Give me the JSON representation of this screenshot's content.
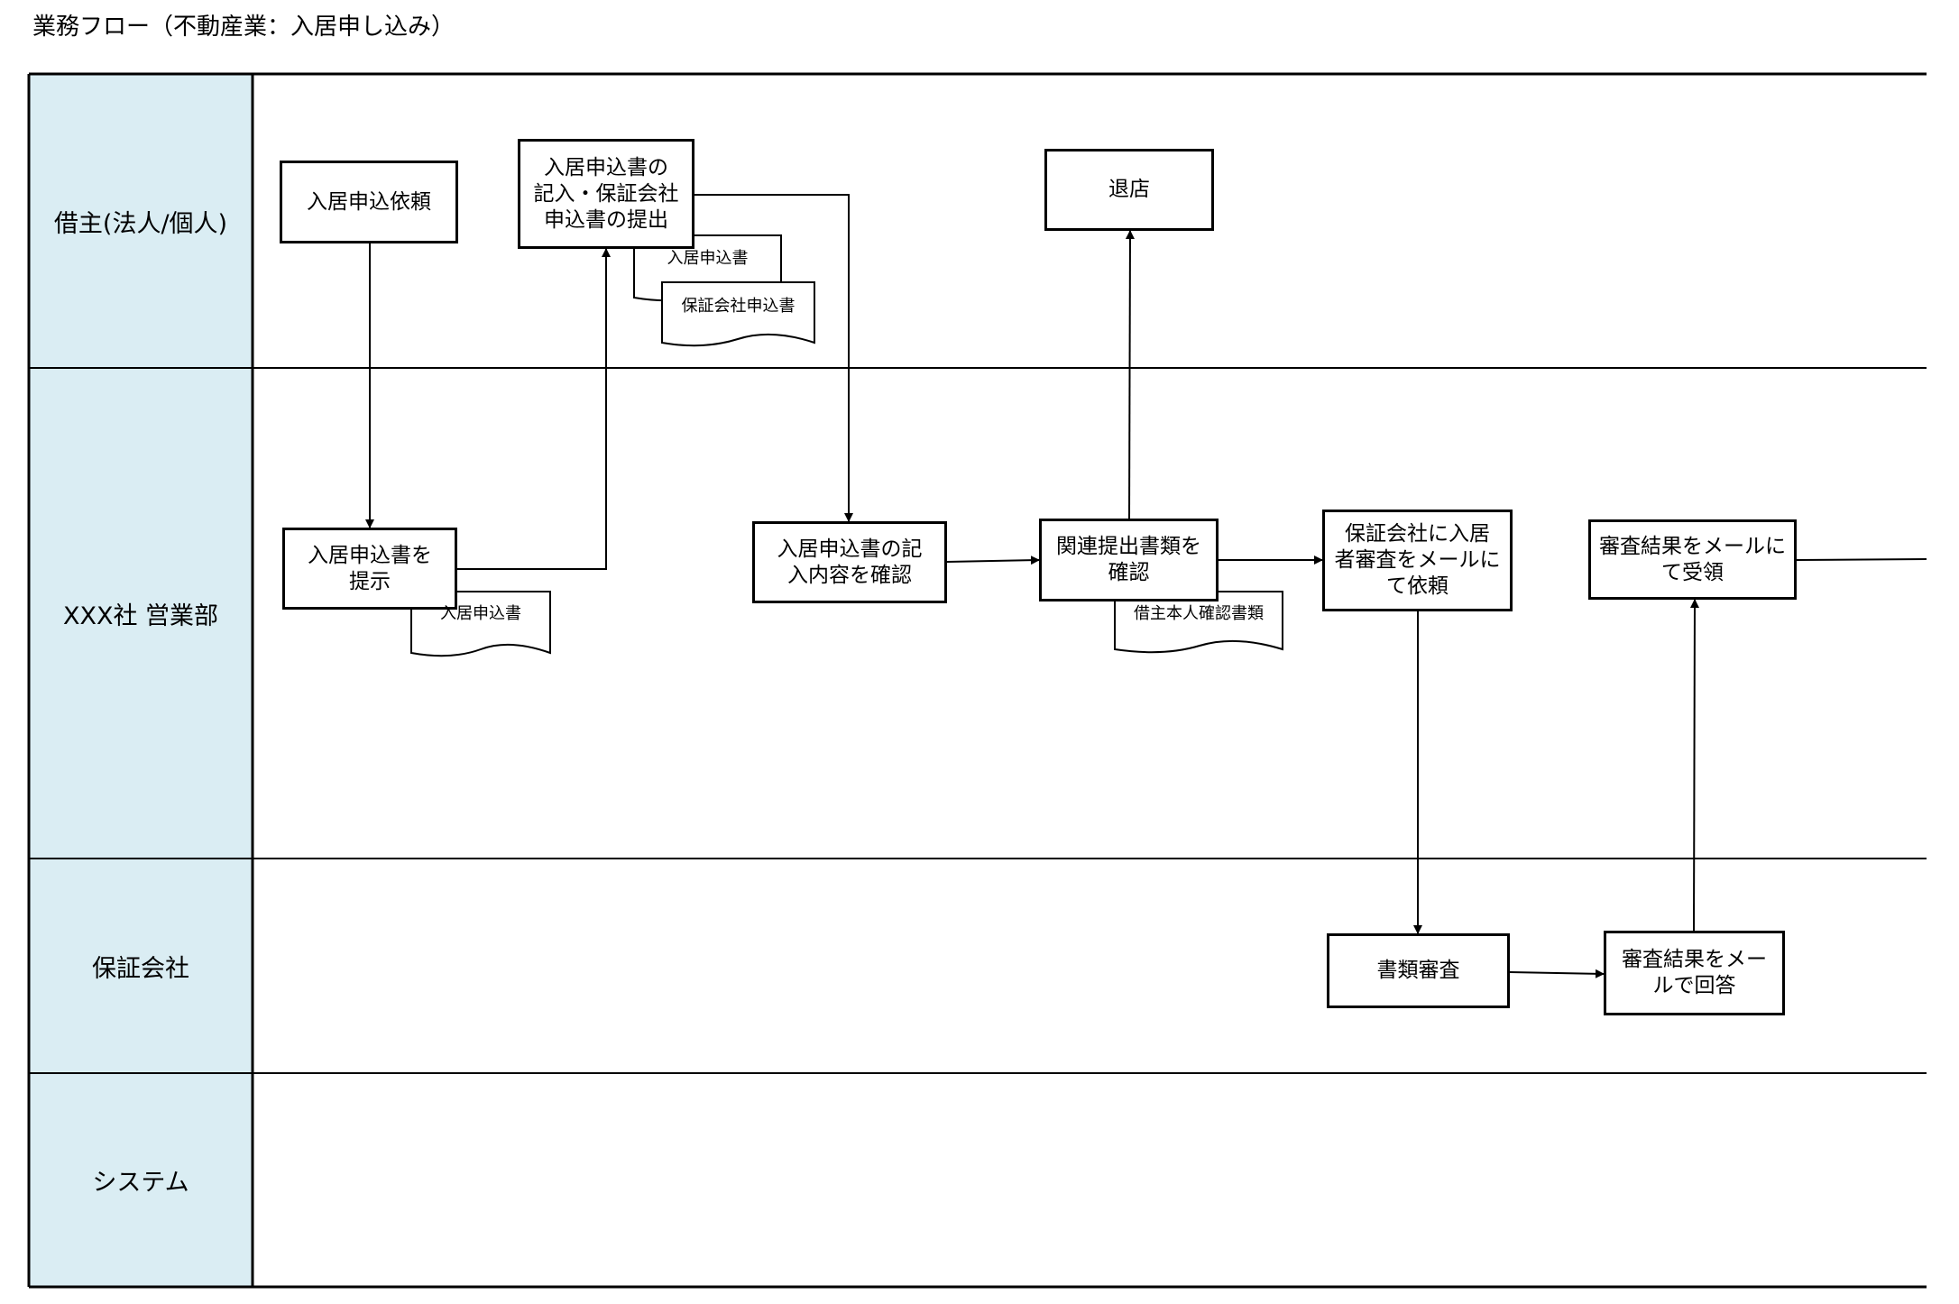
{
  "title": "業務フロー（不動産業：入居申し込み）",
  "lanes": [
    {
      "label": "借主(法人/個人)"
    },
    {
      "label": "XXX社 営業部"
    },
    {
      "label": "保証会社"
    },
    {
      "label": "システム"
    }
  ],
  "process_steps": {
    "request": "入居申込依頼",
    "fill_submit": "入居申込書の\n記入・保証会社\n申込書の提出",
    "withdraw": "退店",
    "present_form": "入居申込書を\n提示",
    "check_contents": "入居申込書の記\n入内容を確認",
    "check_docs": "関連提出書類を\n確認",
    "request_screening": "保証会社に入居\n者審査をメールに\nて依頼",
    "receive_result": "審査結果をメールに\nて受領",
    "doc_screening": "書類審査",
    "reply_result": "審査結果をメー\nルで回答"
  },
  "documents": {
    "application_form_1": "入居申込書",
    "guarantor_form": "保証会社申込書",
    "application_form_2": "入居申込書",
    "id_documents": "借主本人確認書類"
  },
  "colors": {
    "lane_header_fill": "#daedf3",
    "line": "#000000",
    "background": "#ffffff"
  }
}
